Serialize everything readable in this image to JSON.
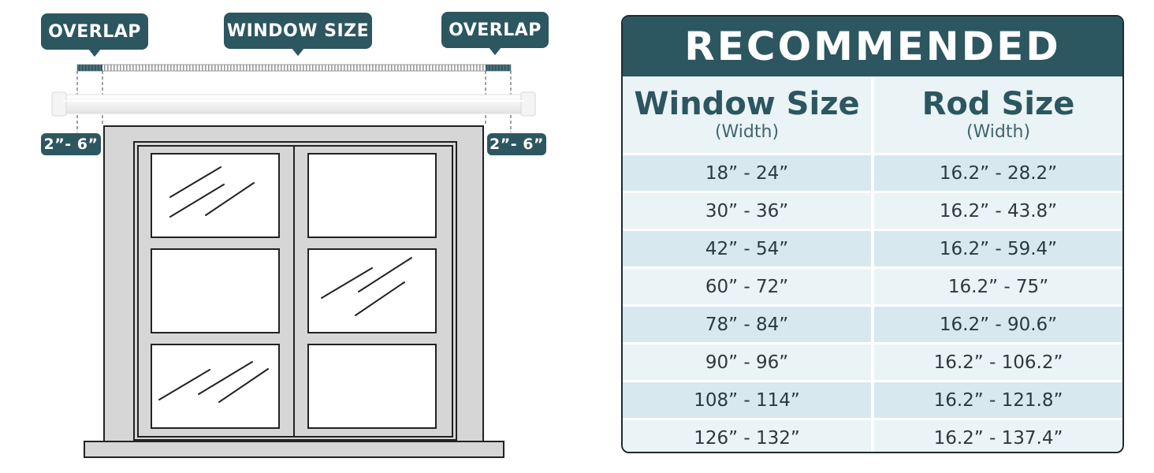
{
  "labels": {
    "overlap_left": "OVERLAP",
    "window_size": "WINDOW SIZE",
    "overlap_right": "OVERLAP",
    "range_left": "2”- 6”",
    "range_right": "2”- 6”"
  },
  "table": {
    "title": "RECOMMENDED",
    "headers": [
      {
        "main": "Window Size",
        "sub": "(Width)"
      },
      {
        "main": "Rod Size",
        "sub": "(Width)"
      }
    ],
    "rows": [
      [
        "18” - 24”",
        "16.2” - 28.2”"
      ],
      [
        "30” - 36”",
        "16.2” - 43.8”"
      ],
      [
        "42” - 54”",
        "16.2” - 59.4”"
      ],
      [
        "60” - 72”",
        "16.2” - 75”"
      ],
      [
        "78” - 84”",
        "16.2” - 90.6”"
      ],
      [
        "90” - 96”",
        "16.2” - 106.2”"
      ],
      [
        "108” - 114”",
        "16.2” - 121.8”"
      ],
      [
        "126” - 132”",
        "16.2” - 137.4”"
      ]
    ]
  },
  "colors": {
    "accent": "#2c5660",
    "row_dark": "#d7e8ee",
    "row_light": "#eaf3f5",
    "frame_gray": "#d6d6d6"
  }
}
